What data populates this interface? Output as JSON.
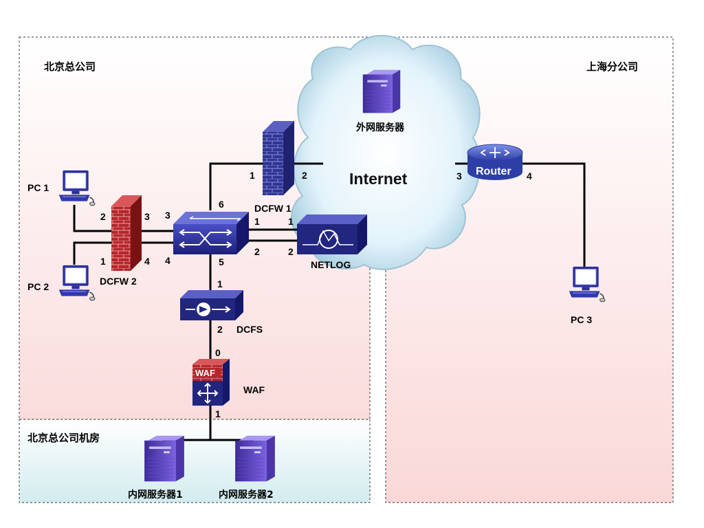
{
  "zones": {
    "beijing": "北京总公司",
    "shanghai": "上海分公司",
    "datacenter": "北京总公司机房"
  },
  "cloud": {
    "label": "Internet",
    "server_label": "外网服务器"
  },
  "devices": {
    "pc1": "PC 1",
    "pc2": "PC 2",
    "pc3": "PC 3",
    "dcfw1": "DCFW 1",
    "dcfw2": "DCFW 2",
    "netlog": "NETLOG",
    "dcfs": "DCFS",
    "waf": "WAF",
    "waf_badge": "WAF",
    "router": "Router",
    "server1": "内网服务器1",
    "server2": "内网服务器2"
  },
  "ports": {
    "dcfw2_pc1": "2",
    "dcfw2_pc2": "1",
    "dcfw2_sw_top": "3",
    "dcfw2_sw_bottom": "4",
    "sw_fw2_top": "3",
    "sw_fw2_bottom": "4",
    "sw_dcfw1": "6",
    "sw_netlog_1": "1",
    "sw_netlog_2": "2",
    "sw_dcfs": "5",
    "netlog_1": "1",
    "netlog_2": "2",
    "dcfw1_in": "1",
    "dcfw1_out": "2",
    "dcfs_1": "1",
    "dcfs_2": "2",
    "waf_0": "0",
    "waf_1": "1",
    "router_in": "3",
    "router_out": "4"
  },
  "colors": {
    "beijing_bg_top": "#ffffff",
    "beijing_bg_bottom": "#f9dede",
    "datacenter_bg_bottom": "#d8eef0",
    "cloud_fill": "#d6eef8",
    "firewall_blue": "#2a2f8f",
    "firewall_red": "#b31f24",
    "switch_blue": "#2b2f9e",
    "server_purple": "#6b4fc8"
  }
}
